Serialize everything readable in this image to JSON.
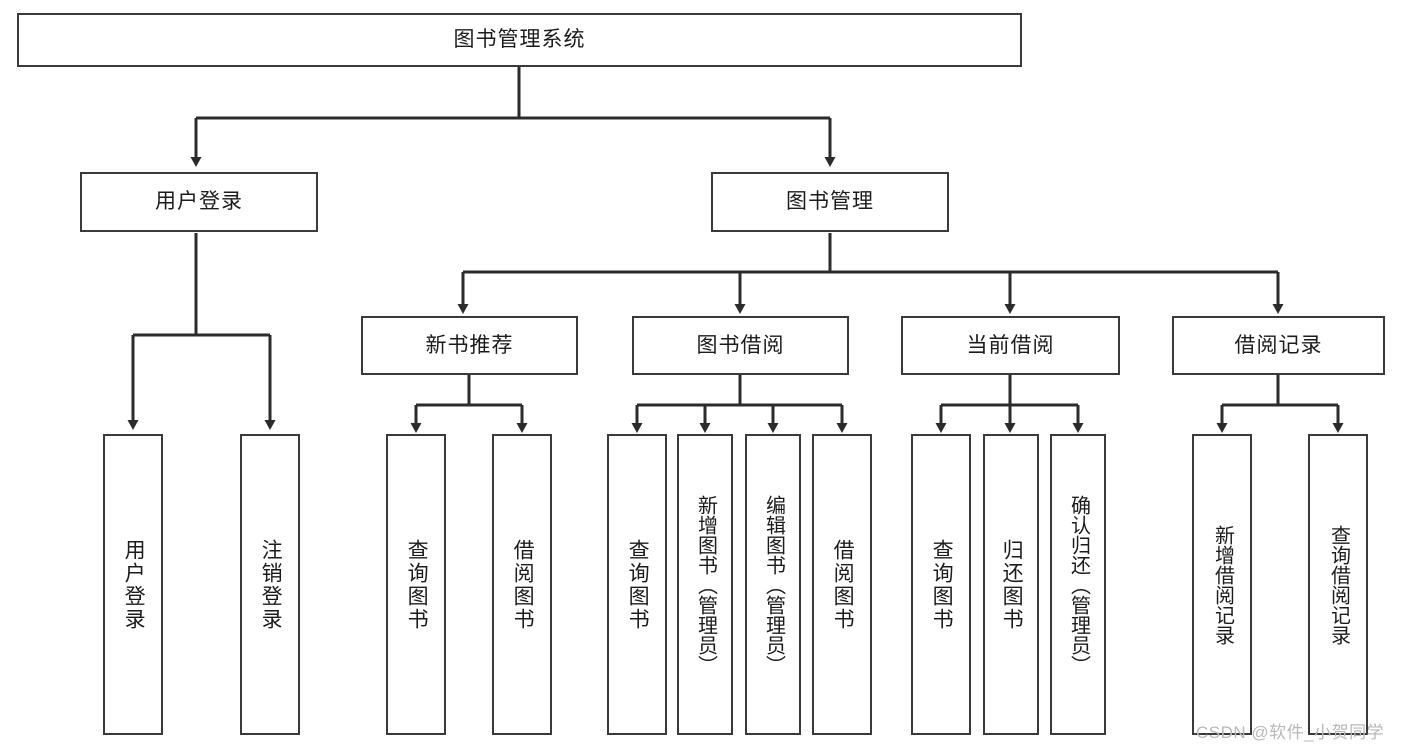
{
  "diagram": {
    "title": "图书管理系统",
    "type": "tree-hierarchy",
    "watermark": "CSDN @软件_小贺同学",
    "colors": {
      "box_border": "#3a3a3a",
      "box_fill": "#ffffff",
      "connector": "#2b2b2b",
      "text": "#1c1c1c",
      "watermark": "#b9b9b9",
      "background": "#ffffff"
    },
    "nodes": {
      "root": {
        "label": "图书管理系统"
      },
      "level1": [
        {
          "id": "user-login",
          "label": "用户登录"
        },
        {
          "id": "book-manage",
          "label": "图书管理"
        }
      ],
      "level2": [
        {
          "id": "new-book-recommend",
          "label": "新书推荐"
        },
        {
          "id": "book-borrow",
          "label": "图书借阅"
        },
        {
          "id": "current-borrow",
          "label": "当前借阅"
        },
        {
          "id": "borrow-record",
          "label": "借阅记录"
        }
      ],
      "leaves": {
        "user_login": [
          {
            "id": "leaf-user-login",
            "label": "用户登录"
          },
          {
            "id": "leaf-logout-login",
            "label": "注销登录"
          }
        ],
        "new_book_recommend": [
          {
            "id": "leaf-query-book-1",
            "label": "查询图书"
          },
          {
            "id": "leaf-borrow-book-1",
            "label": "借阅图书"
          }
        ],
        "book_borrow": [
          {
            "id": "leaf-query-book-2",
            "label": "查询图书"
          },
          {
            "id": "leaf-add-book",
            "label": "新增图书（管理员）"
          },
          {
            "id": "leaf-edit-book",
            "label": "编辑图书（管理员）"
          },
          {
            "id": "leaf-borrow-book-2",
            "label": "借阅图书"
          }
        ],
        "current_borrow": [
          {
            "id": "leaf-query-book-3",
            "label": "查询图书"
          },
          {
            "id": "leaf-return-book",
            "label": "归还图书"
          },
          {
            "id": "leaf-confirm-return",
            "label": "确认归还（管理员）"
          }
        ],
        "borrow_record": [
          {
            "id": "leaf-add-record",
            "label": "新增借阅记录"
          },
          {
            "id": "leaf-query-record",
            "label": "查询借阅记录"
          }
        ]
      }
    }
  }
}
